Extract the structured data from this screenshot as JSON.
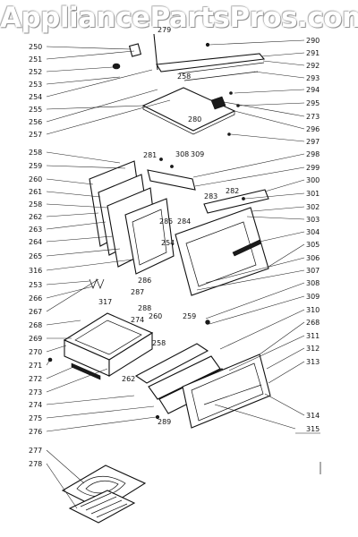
{
  "watermark": {
    "text": "AppliancePartsPros.com"
  },
  "colors": {
    "ink": "#111111",
    "paper": "#ffffff",
    "watermark_shadow": "#8a8a8a"
  },
  "callouts": {
    "c250": "250",
    "c251": "251",
    "c252": "252",
    "c253": "253",
    "c254": "254",
    "c255": "255",
    "c256": "256",
    "c257": "257",
    "c258a": "258",
    "c259a": "259",
    "c260": "260",
    "c261": "261",
    "c258b": "258",
    "c262": "262",
    "c263": "263",
    "c264": "264",
    "c265": "265",
    "c316": "316",
    "c253b": "253",
    "c266": "266",
    "c267": "267",
    "c268a": "268",
    "c269": "269",
    "c270": "270",
    "c271": "271",
    "c272": "272",
    "c273": "273",
    "c274a": "274",
    "c275": "275",
    "c276": "276",
    "c277": "277",
    "c278": "278",
    "c290": "290",
    "c291": "291",
    "c292": "292",
    "c293": "293",
    "c294": "294",
    "c295": "295",
    "c273b": "273",
    "c296": "296",
    "c297": "297",
    "c298": "298",
    "c299": "299",
    "c300": "300",
    "c301": "301",
    "c302": "302",
    "c303": "303",
    "c304": "304",
    "c305": "305",
    "c306": "306",
    "c307": "307",
    "c308": "308",
    "c309": "309",
    "c310": "310",
    "c268b": "268",
    "c311": "311",
    "c312": "312",
    "c313": "313",
    "c314": "314",
    "c315": "315",
    "i279": "279",
    "i258": "258",
    "i280": "280",
    "i281": "281",
    "i308": "308",
    "i309": "309",
    "i282": "282",
    "i283": "283",
    "i285": "285",
    "i284": "284",
    "i254": "254",
    "i286": "286",
    "i287": "287",
    "i288": "288",
    "i317": "317",
    "i274": "274",
    "i260": "260",
    "i259": "259",
    "i258b": "258",
    "i262": "262",
    "i289": "289"
  }
}
